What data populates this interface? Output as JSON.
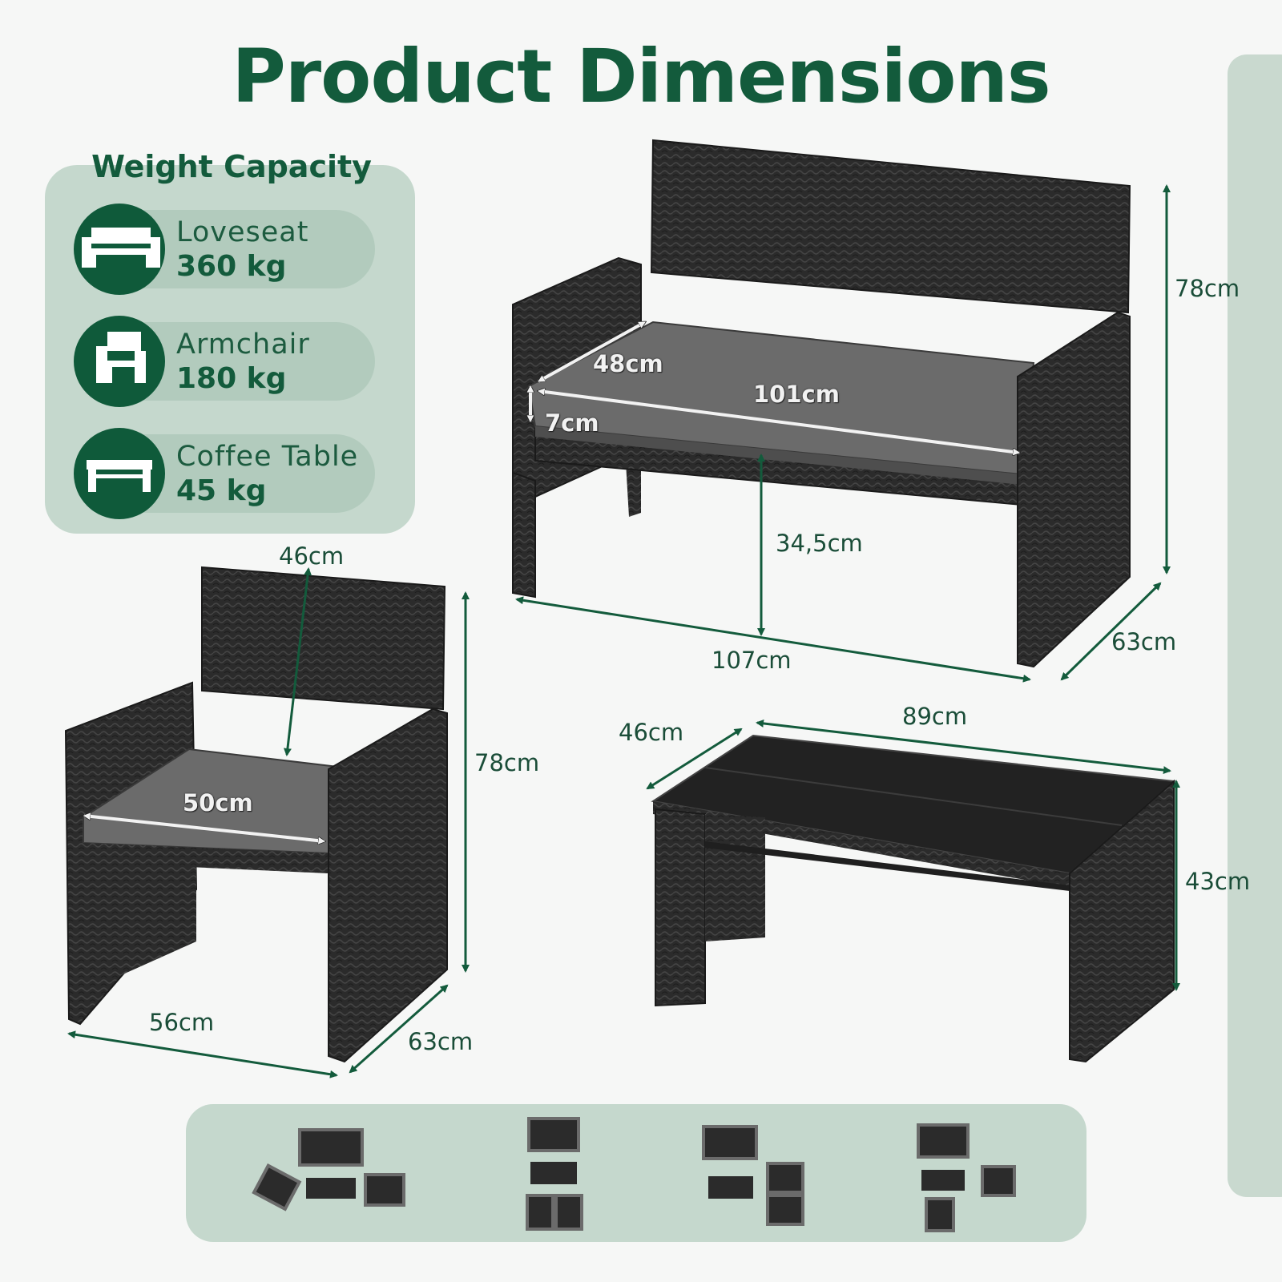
{
  "title": "Product Dimensions",
  "weight_capacity": {
    "heading": "Weight Capacity",
    "items": [
      {
        "name": "Loveseat",
        "value": "360 kg",
        "icon": "loveseat-icon"
      },
      {
        "name": "Armchair",
        "value": "180 kg",
        "icon": "armchair-icon"
      },
      {
        "name": "Coffee Table",
        "value": "45 kg",
        "icon": "coffee-table-icon"
      }
    ]
  },
  "loveseat": {
    "height": "78cm",
    "seat_depth": "48cm",
    "seat_width": "101cm",
    "cushion_thickness": "7cm",
    "seat_height": "34,5cm",
    "width": "107cm",
    "depth": "63cm"
  },
  "armchair": {
    "backrest_height": "46cm",
    "height": "78cm",
    "seat_width": "50cm",
    "width": "56cm",
    "depth": "63cm"
  },
  "coffee_table": {
    "depth": "46cm",
    "width": "89cm",
    "height": "43cm"
  },
  "layouts": [
    {
      "icon": "layout-1-icon"
    },
    {
      "icon": "layout-2-icon"
    },
    {
      "icon": "layout-3-icon"
    },
    {
      "icon": "layout-4-icon"
    }
  ],
  "colors": {
    "brand_green": "#135b3c",
    "panel_green": "#c5d8cd",
    "rattan": "#2b2b2b",
    "cushion": "#6b6b6b"
  }
}
